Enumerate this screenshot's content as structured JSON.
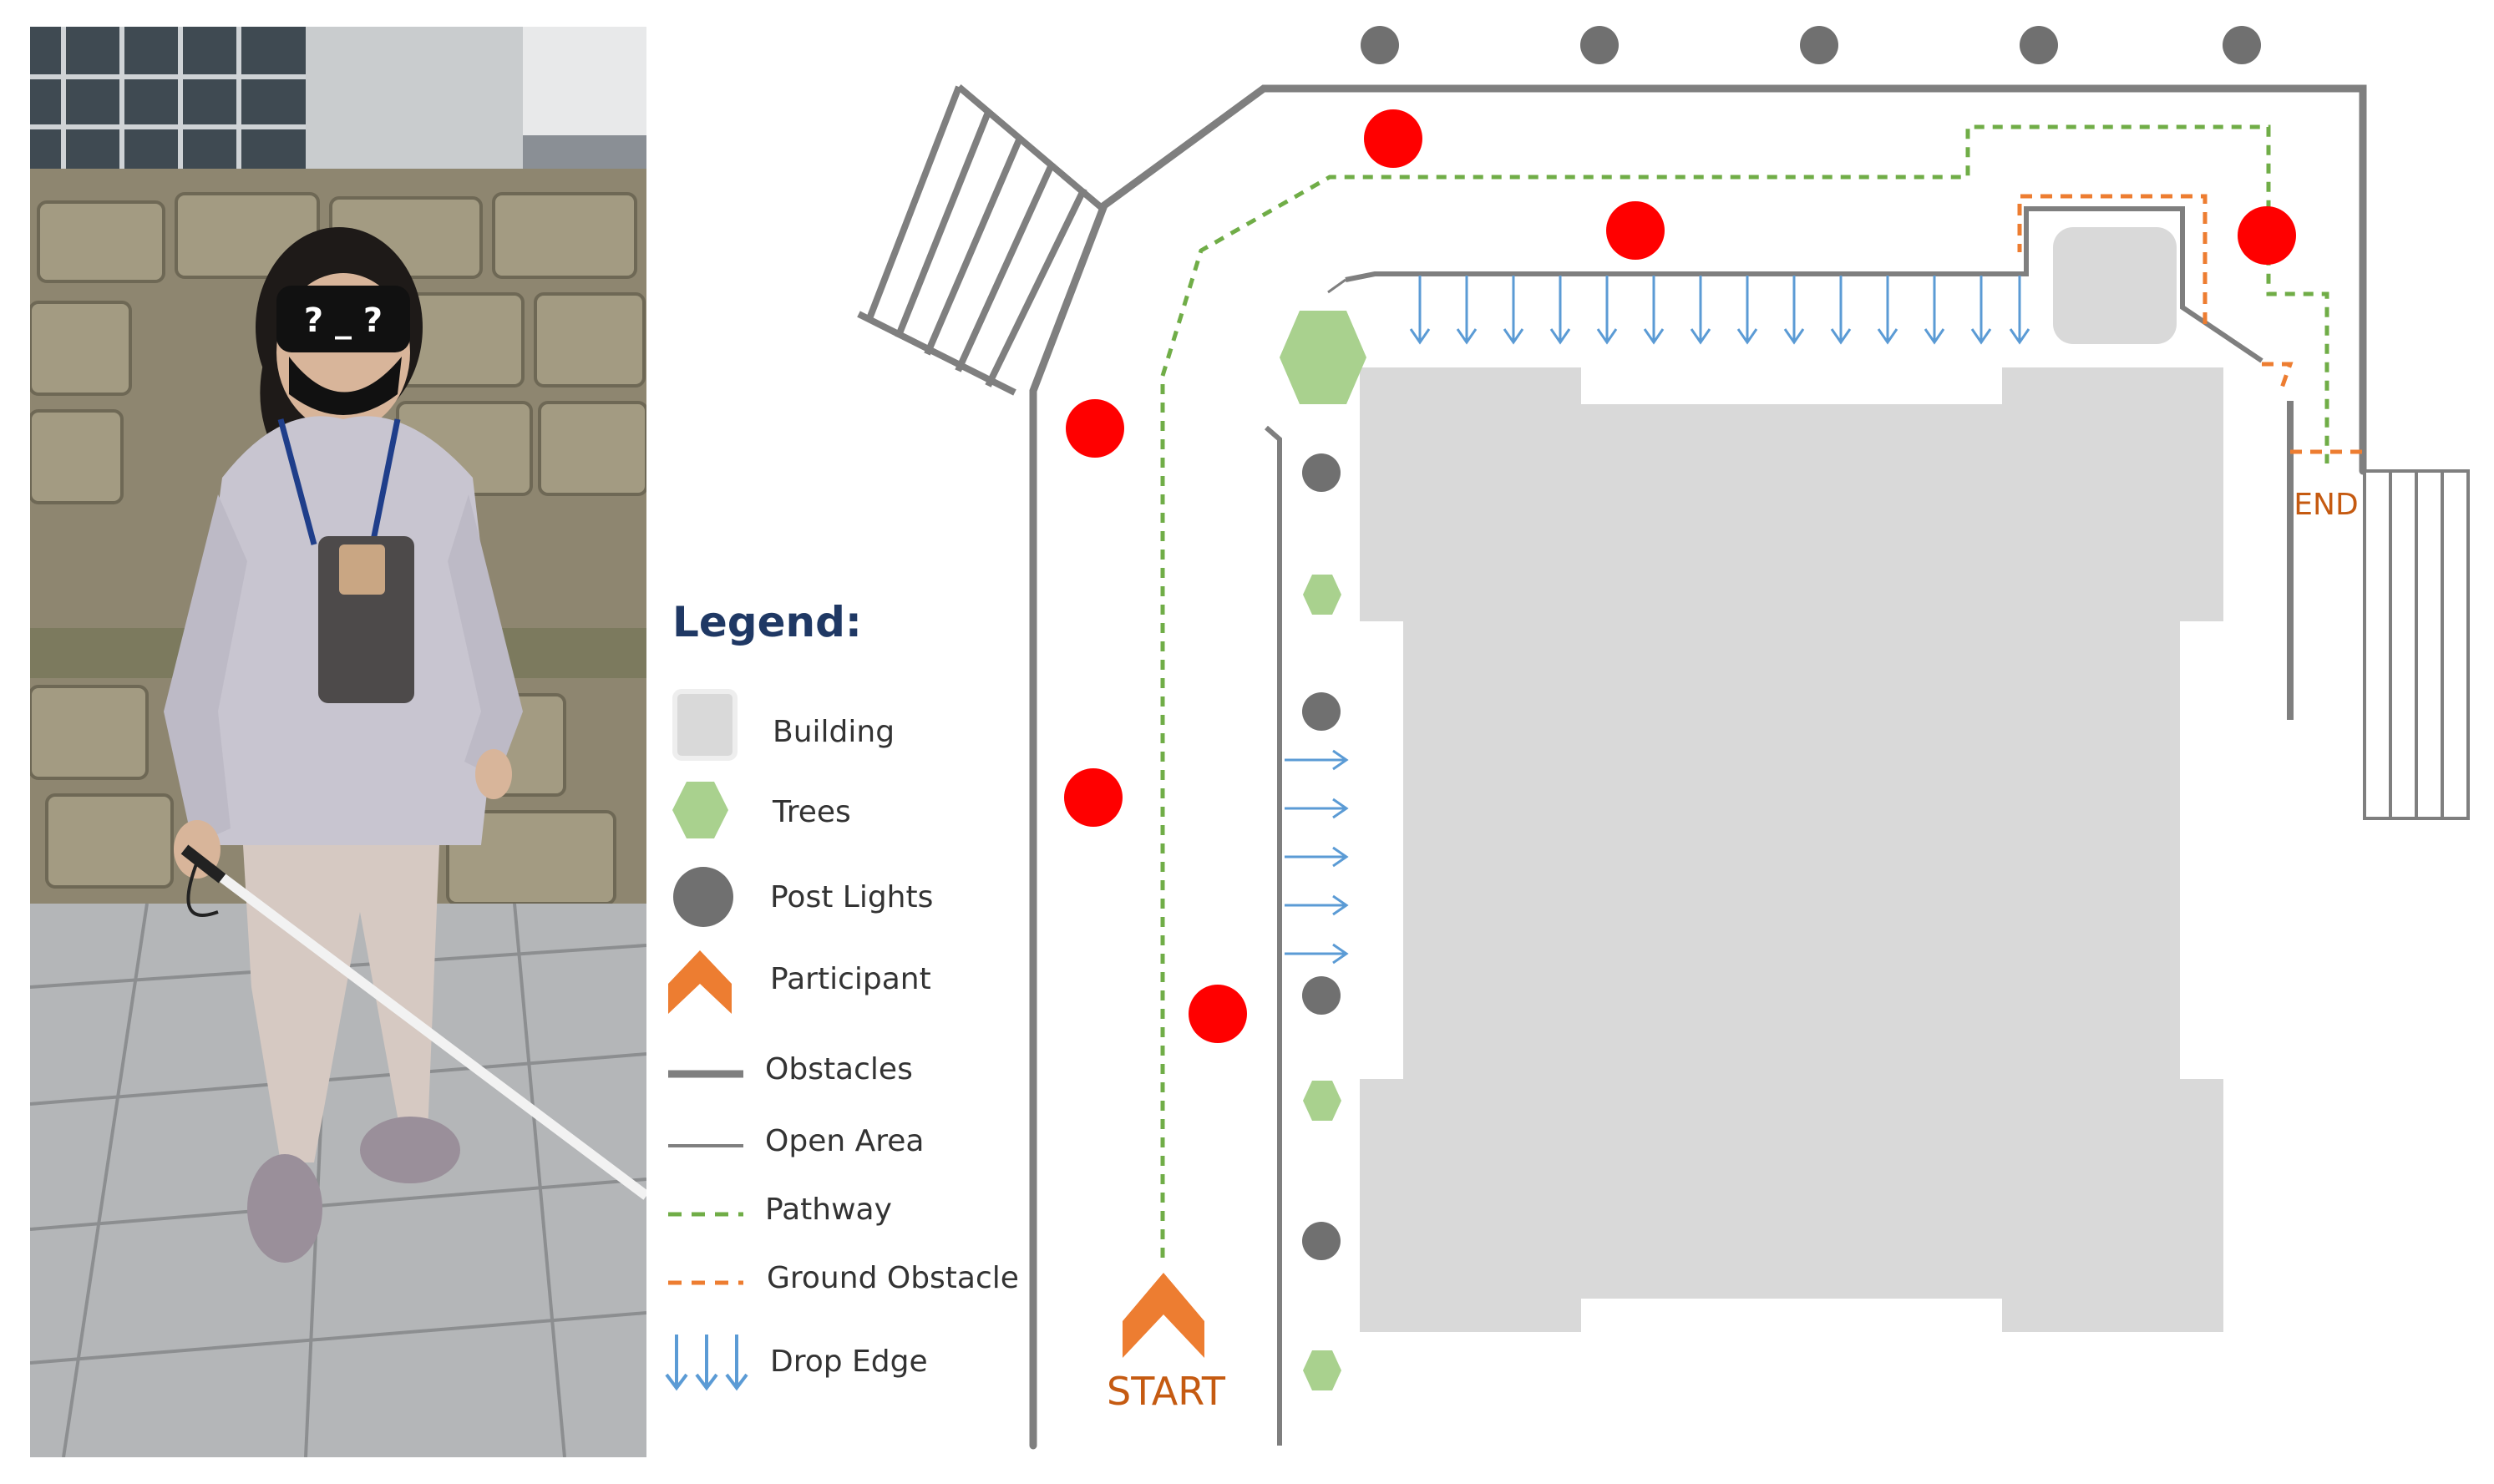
{
  "legend": {
    "title": "Legend:",
    "items": [
      {
        "key": "building",
        "label": "Building"
      },
      {
        "key": "trees",
        "label": "Trees"
      },
      {
        "key": "post_lights",
        "label": "Post Lights"
      },
      {
        "key": "participant",
        "label": "Participant"
      },
      {
        "key": "obstacles",
        "label": "Obstacles"
      },
      {
        "key": "open_area",
        "label": "Open Area"
      },
      {
        "key": "pathway",
        "label": "Pathway"
      },
      {
        "key": "ground_obstacle",
        "label": "Ground Obstacle"
      },
      {
        "key": "drop_edge",
        "label": "Drop Edge"
      }
    ]
  },
  "map": {
    "start_label": "START",
    "end_label": "END"
  },
  "photo": {
    "mask_text": "? _ ?"
  },
  "colors": {
    "building": "#d9d9d9",
    "tree": "#a9d18e",
    "post_light": "#707070",
    "red_marker": "#ff0000",
    "participant": "#ed7d31",
    "obstacle": "#7f7f7f",
    "pathway": "#70ad47",
    "ground_obstacle": "#ed7d31",
    "drop_edge": "#5b9bd5",
    "legend_title": "#1f3864"
  }
}
